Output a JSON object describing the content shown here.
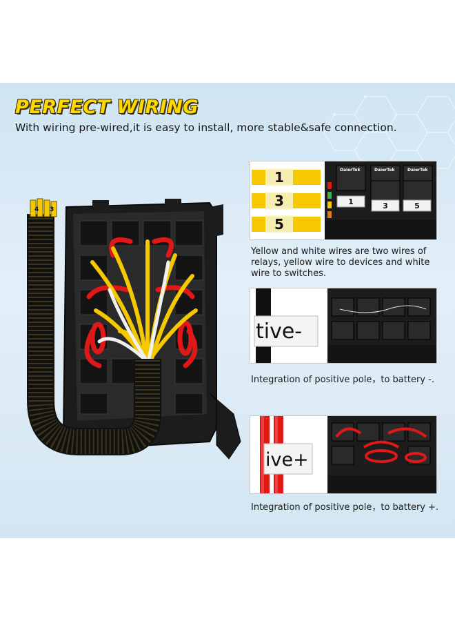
{
  "header": {
    "title": "PERFECT WIRING",
    "subtitle": "With wiring pre-wired,it is easy to install, more stable&safe connection."
  },
  "product": {
    "bundle_labels": [
      "4",
      "3"
    ]
  },
  "panels": [
    {
      "caption": "Yellow and white wires are two wires of relays, yellow wire to devices and white wire to switches.",
      "wire_labels": [
        "1",
        "3",
        "5"
      ],
      "relay_brand": "DaierTek",
      "relay_numbers": [
        "1",
        "3",
        "5"
      ]
    },
    {
      "caption": "Integration of positive pole，to battery -.",
      "wire_tag": "tive-"
    },
    {
      "caption": "Integration of positive pole，to battery +.",
      "wire_tag": "ive+"
    }
  ],
  "colors": {
    "title_yellow": "#ffd800",
    "wire_yellow": "#f5c800",
    "wire_red": "#e01818",
    "box_black": "#1c1c1c"
  }
}
